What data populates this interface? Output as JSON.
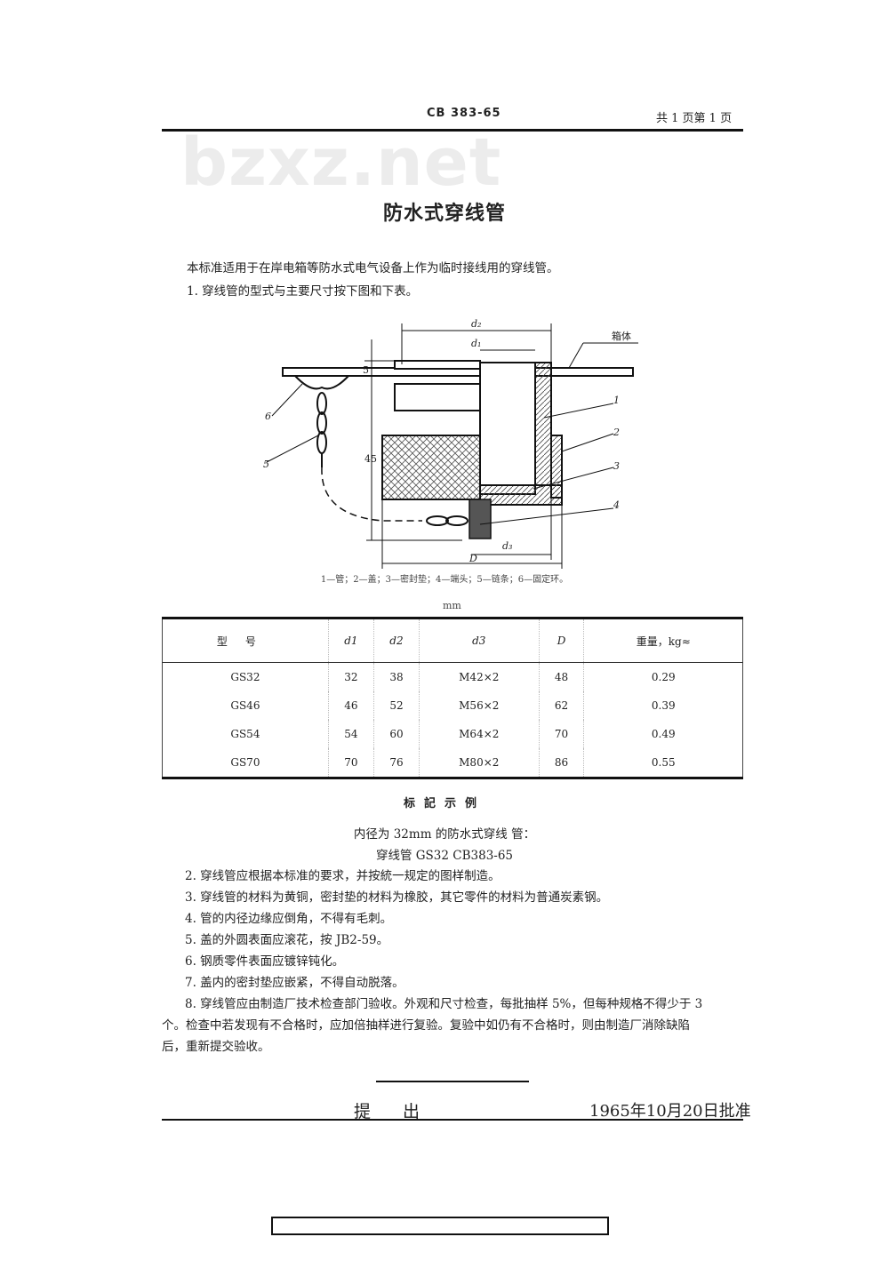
{
  "header": {
    "standard_code": "CB 383-65",
    "page_info": "共 1 页第 1 页"
  },
  "watermark": "bzxz.net",
  "title": "防水式穿线管",
  "intro": "本标准适用于在岸电箱等防水式电气设备上作为临时接线用的穿线管。",
  "clause_1": "1. 穿线管的型式与主要尺寸按下图和下表。",
  "figure": {
    "labels": {
      "d2": "d₂",
      "d1": "d₁",
      "d3": "d₃",
      "D": "D",
      "thickness": "5",
      "height": "45",
      "body": "箱体",
      "p1": "1",
      "p2": "2",
      "p3": "3",
      "p4": "4",
      "p5": "5",
      "p6": "6"
    },
    "caption": "1—管；2—盖；3—密封垫；4—端头；5—链条；6—固定环。"
  },
  "unit": "mm",
  "table": {
    "headers": [
      "型号",
      "d1",
      "d2",
      "d3",
      "D",
      "重量，kg≈"
    ],
    "rows": [
      [
        "GS32",
        "32",
        "38",
        "M42×2",
        "48",
        "0.29"
      ],
      [
        "GS46",
        "46",
        "52",
        "M56×2",
        "62",
        "0.39"
      ],
      [
        "GS54",
        "54",
        "60",
        "M64×2",
        "70",
        "0.49"
      ],
      [
        "GS70",
        "70",
        "76",
        "M80×2",
        "86",
        "0.55"
      ]
    ]
  },
  "marking": {
    "title": "标記示例",
    "description": "内径为 32mm 的防水式穿线 管：",
    "example": "穿线管 GS32 CB383-65"
  },
  "clauses": [
    "2. 穿线管应根据本标准的要求，并按統一规定的图样制造。",
    "3. 穿线管的材料为黄铜，密封垫的材料为橡胶，其它零件的材料为普通炭素钢。",
    "4. 管的内径边缘应倒角，不得有毛刺。",
    "5. 盖的外圆表面应滚花，按 JB2-59。",
    "6. 钢质零件表面应镀锌钝化。",
    "7. 盖内的密封垫应嵌紧，不得自动脱落。",
    "8. 穿线管应由制造厂技术检查部门验收。外观和尺寸检查，每批抽样 5%，但每种规格不得少于 3",
    "个。检查中若发现有不合格时，应加倍抽样进行复验。复验中如仍有不合格时，则由制造厂消除缺陷",
    "后，重新提交验收。"
  ],
  "footer": {
    "proposed": "提出",
    "approved": "1965年10月20日批准"
  }
}
